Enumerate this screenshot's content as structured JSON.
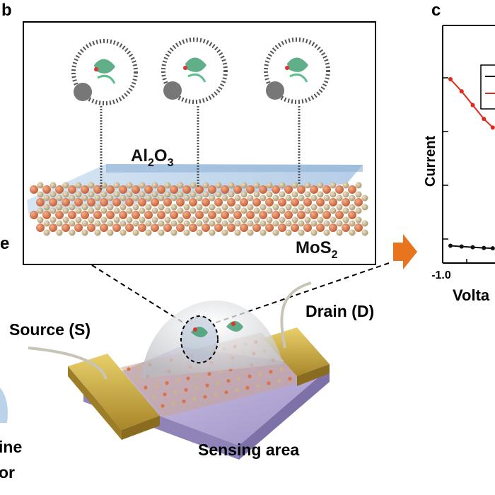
{
  "panels": {
    "b": "b",
    "c": "c"
  },
  "panel_b": {
    "oxide_label": {
      "main": "Al",
      "sub1": "2",
      "mid": "O",
      "sub2": "3"
    },
    "channel_label": {
      "main": "MoS",
      "sub": "2"
    },
    "partial_left_label": "e"
  },
  "device": {
    "source_label": "Source (S)",
    "drain_label": "Drain (D)",
    "sensing_label": "Sensing area",
    "partial_left_line1": "ine",
    "partial_left_line2": "or"
  },
  "panel_c": {
    "ylabel": "Current",
    "xlabel_partial": "Volta",
    "xtick_first": "-1.0"
  },
  "colors": {
    "arrow": "#e8741e",
    "red_series": "#e0281c",
    "black_series": "#111111",
    "mo_atom": "#d9734a",
    "s_atom": "#c9b48e",
    "oxide": "#a9c8e6",
    "electrode": "#c8a43a",
    "substrate": "#b6a9d6"
  },
  "chart_data": {
    "type": "line",
    "xlabel": "Volta",
    "ylabel": "Current",
    "xticks": [
      "-1.0"
    ],
    "series": [
      {
        "color": "red",
        "x": [
          -1.0,
          -0.9,
          -0.8,
          -0.7,
          -0.62
        ],
        "y": [
          1.0,
          0.93,
          0.85,
          0.77,
          0.72
        ]
      },
      {
        "color": "black",
        "x": [
          -1.0,
          -0.9,
          -0.8,
          -0.7,
          -0.62
        ],
        "y": [
          0.035,
          0.03,
          0.026,
          0.022,
          0.02
        ]
      }
    ]
  }
}
